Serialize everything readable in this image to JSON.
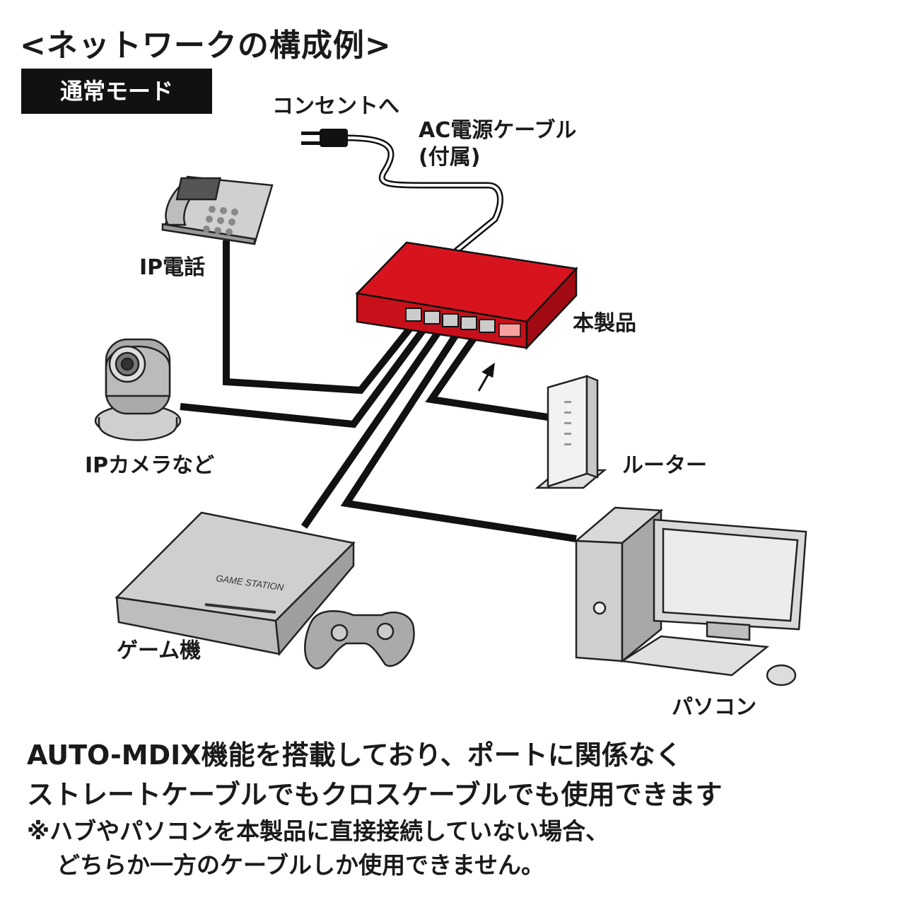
{
  "header": {
    "title": "<ネットワークの構成例>",
    "mode": "通常モード"
  },
  "labels": {
    "outlet": "コンセントへ",
    "ac_cable_line1": "AC電源ケーブル",
    "ac_cable_line2": "(付属)",
    "ip_phone": "IP電話",
    "product": "本製品",
    "ip_camera": "IPカメラなど",
    "router": "ルーター",
    "game": "ゲーム機",
    "pc": "パソコン",
    "console_brand": "GAME STATION"
  },
  "notes": {
    "line1": "AUTO-MDIX機能を搭載しており、ポートに関係なく",
    "line2": "ストレートケーブルでもクロスケーブルでも使用できます",
    "line3": "※ハブやパソコンを本製品に直接接続していない場合、",
    "line4": "どちらか一方のケーブルしか使用できません。"
  },
  "colors": {
    "hub_red": "#d7141e",
    "cable": "#111111",
    "device_gray": "#bfbfbf"
  }
}
